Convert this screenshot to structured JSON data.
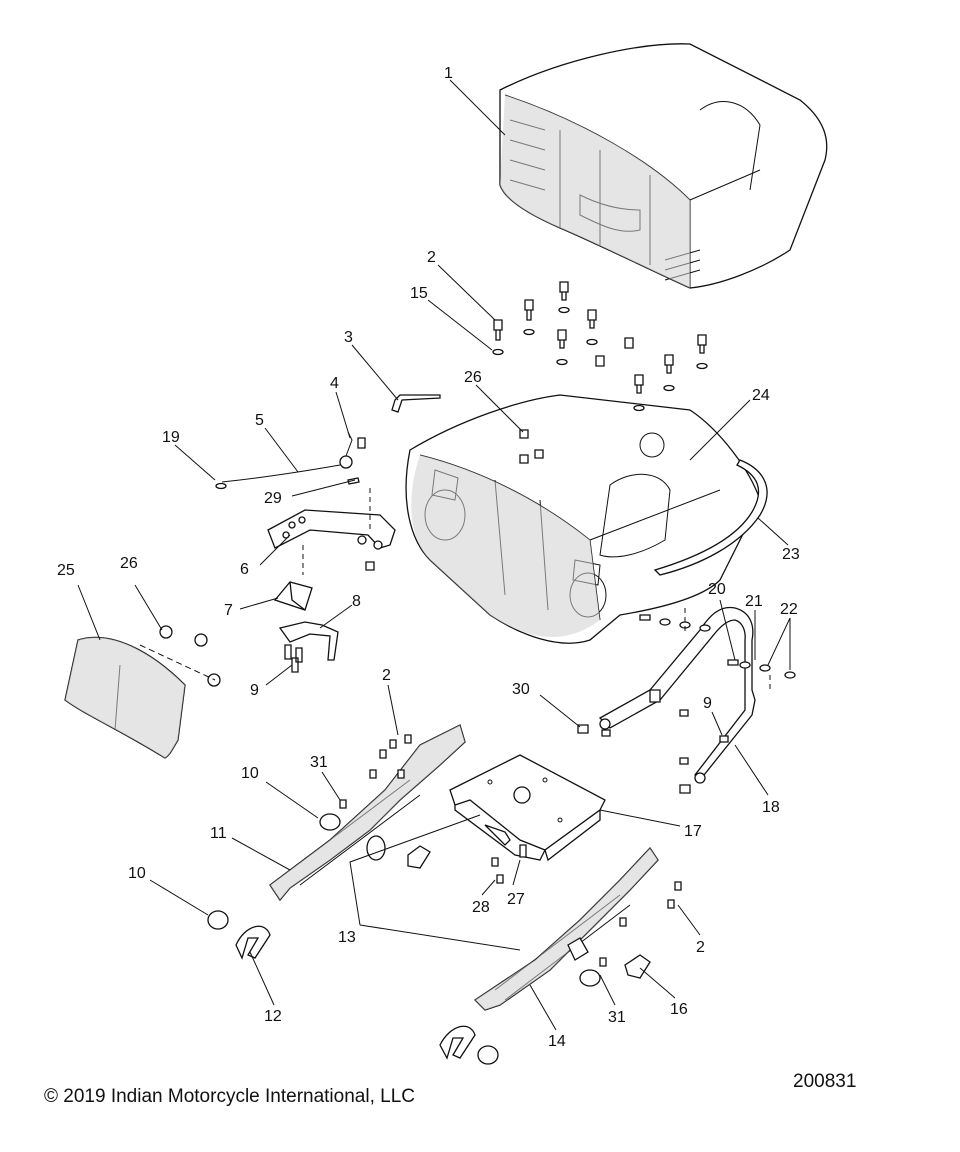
{
  "callouts": [
    "1",
    "2",
    "15",
    "3",
    "26",
    "4",
    "19",
    "5",
    "29",
    "24",
    "23",
    "6",
    "7",
    "8",
    "9",
    "25",
    "26",
    "20",
    "21",
    "22",
    "30",
    "9",
    "2",
    "10",
    "31",
    "11",
    "17",
    "10",
    "13",
    "28",
    "27",
    "2",
    "12",
    "16",
    "31",
    "14",
    "18"
  ],
  "copyright": "© 2019 Indian Motorcycle International, LLC",
  "diagram_number": "200831"
}
